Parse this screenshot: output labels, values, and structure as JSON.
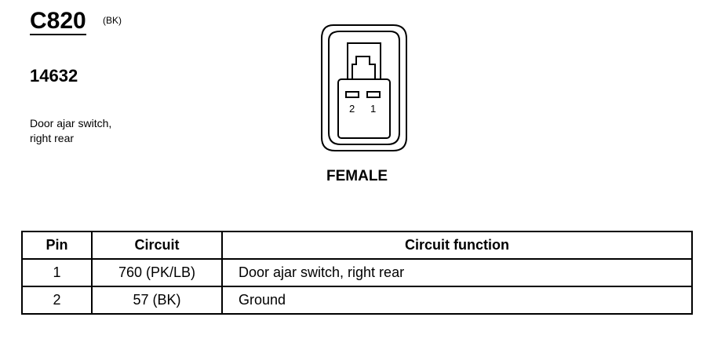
{
  "connector": {
    "id": "C820",
    "color_code": "(BK)",
    "part_number": "14632",
    "description_lines": [
      "Door ajar switch,",
      "right rear"
    ],
    "gender": "FEMALE",
    "pin_labels": [
      "2",
      "1"
    ]
  },
  "pin_table": {
    "headers": [
      "Pin",
      "Circuit",
      "Circuit function"
    ],
    "rows": [
      {
        "pin": "1",
        "circuit": "760 (PK/LB)",
        "function": "Door ajar switch, right rear"
      },
      {
        "pin": "2",
        "circuit": "57 (BK)",
        "function": "Ground"
      }
    ]
  }
}
